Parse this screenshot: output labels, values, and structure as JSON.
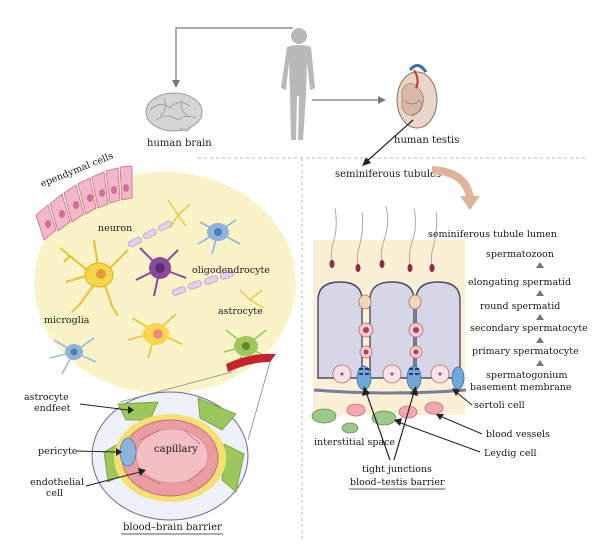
{
  "top": {
    "brain_label": "human brain",
    "testis_label": "human testis",
    "tubules_label": "seminiferous tubules"
  },
  "brain_panel": {
    "ependymal": "ependymal cells",
    "neuron": "neuron",
    "oligodendrocyte": "oligodendrocyte",
    "microglia": "microglia",
    "astrocyte": "astrocyte",
    "astrocyte_endfeet_1": "astrocyte",
    "astrocyte_endfeet_2": "endfeet",
    "pericyte": "pericyte",
    "capillary": "capillary",
    "endothelial_1": "endothelial",
    "endothelial_2": "cell",
    "barrier_title": "blood–brain barrier"
  },
  "testis_panel": {
    "lumen": "seminiferous tubule lumen",
    "spermatozoon": "spermatozoon",
    "elongating": "elongating spermatid",
    "round": "round spermatid",
    "secondary": "secondary spermatocyte",
    "primary": "primary spermatocyte",
    "spermatogonium": "spermatogonium",
    "basement": "basement membrane",
    "sertoli": "sertoli cell",
    "blood_vessels": "blood vessels",
    "leydig": "Leydig cell",
    "interstitial": "interstitial space",
    "tight_1": "tight junctions",
    "tight_2": "blood–testis barrier"
  },
  "colors": {
    "brain_bg": "#fbf3c8",
    "testis_bg": "#fbf0d6",
    "neuron": "#f6d74a",
    "oligodendrocyte": "#8a4a97",
    "astrocyte": "#9cc75c",
    "microglia": "#8fb4dc",
    "capillary": "#e99ca1",
    "tubule": "#d7d6e6",
    "leydig": "#9ac98a"
  }
}
